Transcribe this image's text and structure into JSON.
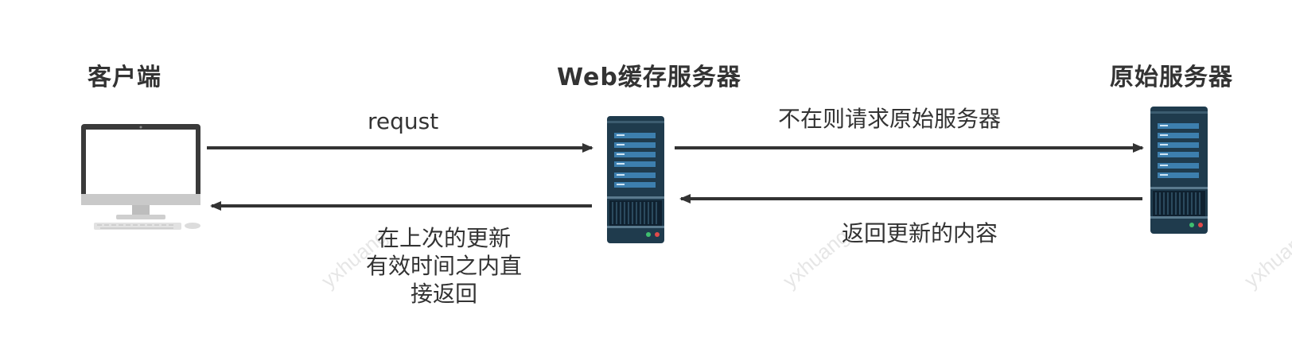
{
  "nodes": {
    "client": {
      "label": "客户端"
    },
    "cache_server": {
      "label": "Web缓存服务器"
    },
    "origin_server": {
      "label": "原始服务器"
    }
  },
  "edges": {
    "client_to_cache": {
      "label": "requst"
    },
    "cache_to_origin": {
      "label": "不在则请求原始服务器"
    },
    "origin_to_cache": {
      "label": "返回更新的内容"
    },
    "cache_to_client": {
      "lines": [
        "在上次的更新",
        "有效时间之内直",
        "接返回"
      ]
    }
  },
  "watermark": {
    "text": "yxhuang"
  },
  "colors": {
    "arrow": "#333333",
    "server_body": "#1f3b4d",
    "server_slot": "#3d7fae",
    "monitor_frame": "#3a3a3a",
    "monitor_stand": "#c8c8c8"
  }
}
